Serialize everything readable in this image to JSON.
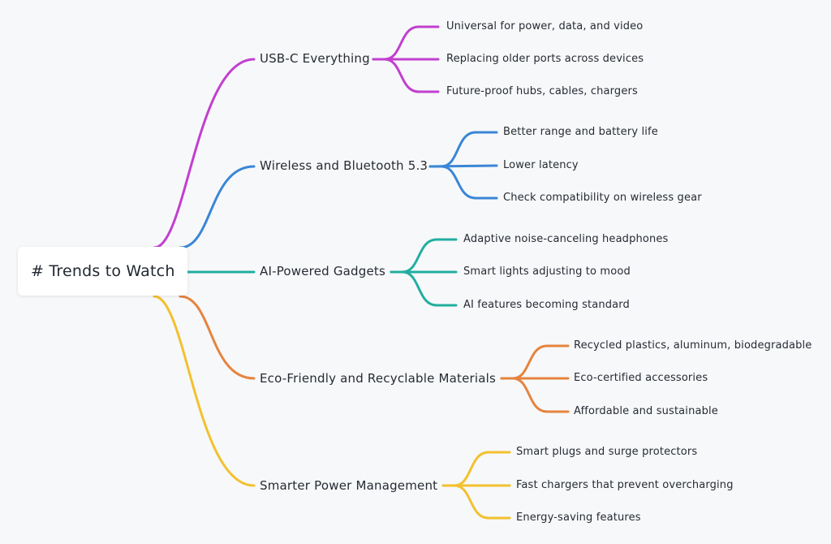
{
  "root": {
    "label": "# Trends to Watch"
  },
  "branches": [
    {
      "label": "USB-C Everything",
      "color": "#c23fcf",
      "children": [
        "Universal for power, data, and video",
        "Replacing older ports across devices",
        "Future-proof hubs, cables, chargers"
      ]
    },
    {
      "label": "Wireless and Bluetooth 5.3",
      "color": "#3a86d6",
      "children": [
        "Better range and battery life",
        "Lower latency",
        "Check compatibility on wireless gear"
      ]
    },
    {
      "label": "AI-Powered Gadgets",
      "color": "#22aea0",
      "children": [
        "Adaptive noise-canceling headphones",
        "Smart lights adjusting to mood",
        "AI features becoming standard"
      ]
    },
    {
      "label": "Eco-Friendly and Recyclable Materials",
      "color": "#e5843e",
      "children": [
        "Recycled plastics, aluminum, biodegradable",
        "Eco-certified accessories",
        "Affordable and sustainable"
      ]
    },
    {
      "label": "Smarter Power Management",
      "color": "#f2c12e",
      "children": [
        "Smart plugs and surge protectors",
        "Fast chargers that prevent overcharging",
        "Energy-saving features"
      ]
    }
  ]
}
